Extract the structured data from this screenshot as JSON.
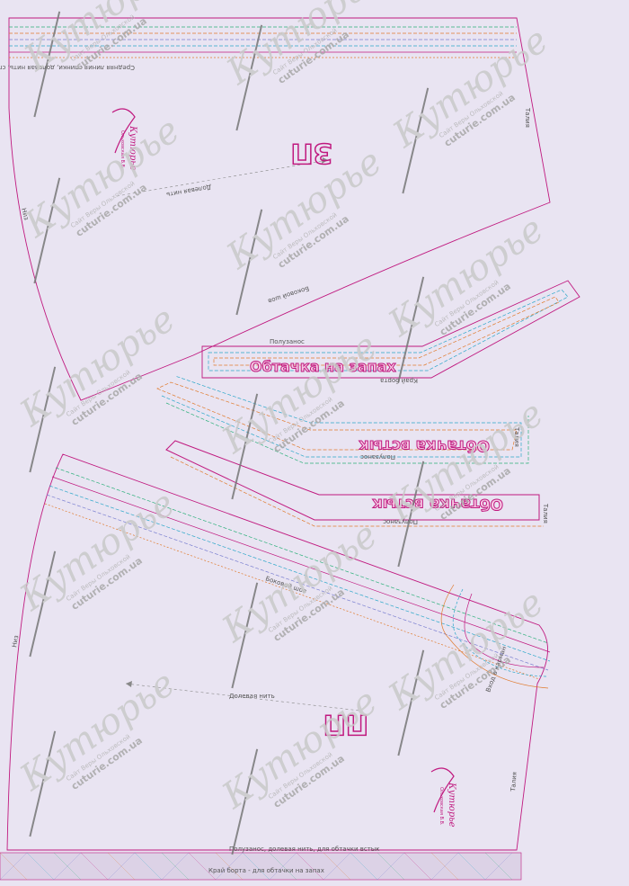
{
  "labels": {
    "midback": "Средняя линия спинки, долевая нить, сгиб или шов (шов следует располагать по косой)",
    "talia": "Талия",
    "niz": "Низ",
    "dolevaya": "Долевая нить",
    "bokovoy": "Боковой шов",
    "poluzanos": "Полузанос",
    "krai_borta": "Край борта",
    "vhod_karman": "Вход в карман",
    "bottom_strip_1": "Полузанос, долевая нить, для обтачки встык",
    "bottom_strip_2": "Край борта - для обтачки на запах"
  },
  "pieces": {
    "back": "ЗП",
    "front": "ПП",
    "facing_wrap": "Обтачка на запах",
    "facing_butt_1": "Обтачка встык",
    "facing_butt_2": "Обтачка встык"
  },
  "watermark": {
    "script": "Кутюрье",
    "site": "Сайт Веры Ольховской",
    "url": "cuturie.com.ua"
  },
  "logo": {
    "name": "Кутюрье",
    "sub": "Ольховская В.В."
  },
  "colors": {
    "background": "#e9e4f2",
    "pattern_line": "#c0197f",
    "size_lines": [
      "#e07a2c",
      "#2aa7c9",
      "#c0197f",
      "#7a7fd0",
      "#2bb07a"
    ]
  }
}
